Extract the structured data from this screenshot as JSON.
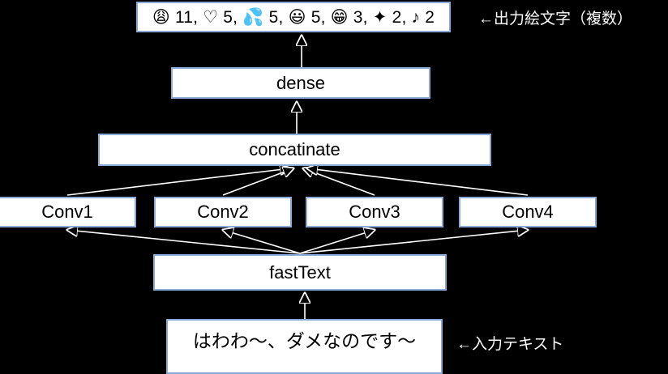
{
  "diagram": {
    "title": "emoji prediction model architecture",
    "background_color": "#000000",
    "node_fill": "#ffffff",
    "node_border": "#8aa9d6",
    "edge_color": "#ffffff",
    "annotation_color": "#ffffff"
  },
  "nodes": {
    "output": {
      "label": "☹ 11, ♡ 5, 💦 5, 😄 5, 😁 3, ✦ 2, ♪ 2",
      "name": "output-emoji-box"
    },
    "dense": {
      "label": "dense"
    },
    "concatinate": {
      "label": "concatinate"
    },
    "conv1": {
      "label": "Conv1"
    },
    "conv2": {
      "label": "Conv2"
    },
    "conv3": {
      "label": "Conv3"
    },
    "conv4": {
      "label": "Conv4"
    },
    "fasttext": {
      "label": "fastText"
    },
    "input": {
      "label": "はわわ〜、ダメなのです〜"
    }
  },
  "output_emoji": [
    {
      "icon": "weary-face-emoji",
      "glyph": "😩",
      "count": "11"
    },
    {
      "icon": "heart-outline-emoji",
      "glyph": "♡",
      "count": "5"
    },
    {
      "icon": "sweat-droplets-emoji",
      "glyph": "💦",
      "count": "5"
    },
    {
      "icon": "smiling-face-emoji",
      "glyph": "😃",
      "count": "5"
    },
    {
      "icon": "grinning-face-emoji",
      "glyph": "😁",
      "count": "3"
    },
    {
      "icon": "sparkles-emoji",
      "glyph": "✦",
      "count": "2"
    },
    {
      "icon": "musical-note-emoji",
      "glyph": "♪",
      "count": "2"
    }
  ],
  "annotations": {
    "output": "←出力絵文字（複数）",
    "input": "←入力テキスト"
  },
  "edges": [
    {
      "from": "dense",
      "to": "output"
    },
    {
      "from": "concatinate",
      "to": "dense"
    },
    {
      "from": "conv1",
      "to": "concatinate"
    },
    {
      "from": "conv2",
      "to": "concatinate"
    },
    {
      "from": "conv3",
      "to": "concatinate"
    },
    {
      "from": "conv4",
      "to": "concatinate"
    },
    {
      "from": "fasttext",
      "to": "conv1"
    },
    {
      "from": "fasttext",
      "to": "conv2"
    },
    {
      "from": "fasttext",
      "to": "conv3"
    },
    {
      "from": "fasttext",
      "to": "conv4"
    },
    {
      "from": "input",
      "to": "fasttext"
    }
  ]
}
